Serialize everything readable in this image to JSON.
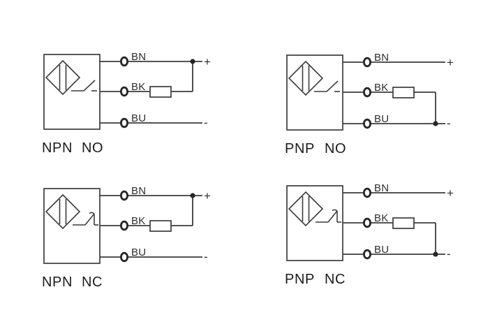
{
  "background": "#ffffff",
  "colors": {
    "line": "#3c3c3c",
    "wire_label": "#2e2e2e",
    "caption": "#1b1b1b"
  },
  "wire_labels": {
    "brown": "BN",
    "black": "BK",
    "blue": "BU"
  },
  "polarity": {
    "positive": "+",
    "negative": "-"
  },
  "diagrams": [
    {
      "transistor": "NPN",
      "contact": "NO"
    },
    {
      "transistor": "PNP",
      "contact": "NO"
    },
    {
      "transistor": "NPN",
      "contact": "NC"
    },
    {
      "transistor": "PNP",
      "contact": "NC"
    }
  ]
}
